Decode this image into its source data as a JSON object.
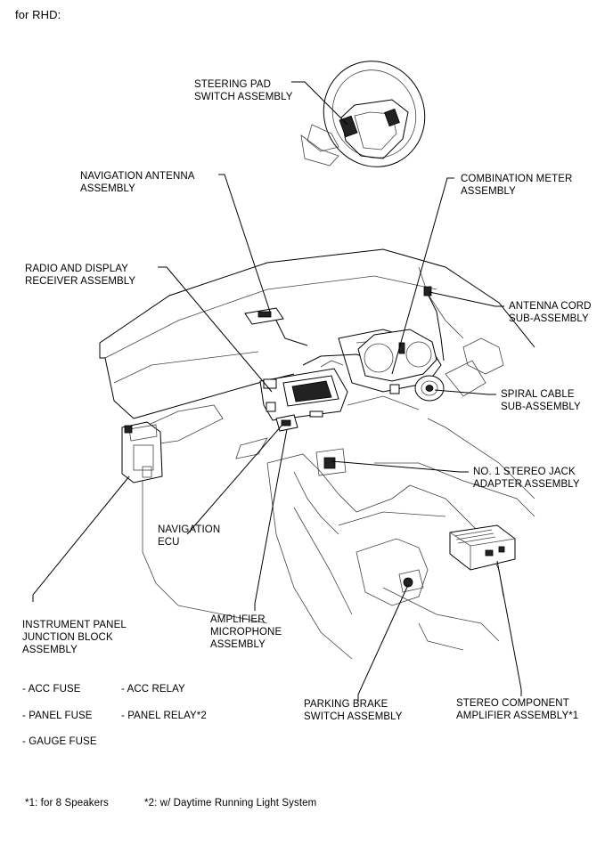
{
  "header": {
    "title": "for RHD:"
  },
  "labels": {
    "steering_pad": "STEERING PAD\nSWITCH ASSEMBLY",
    "navigation_antenna": "NAVIGATION ANTENNA\nASSEMBLY",
    "combination_meter": "COMBINATION METER\nASSEMBLY",
    "radio_display": "RADIO AND DISPLAY\nRECEIVER ASSEMBLY",
    "antenna_cord": "ANTENNA CORD\nSUB-ASSEMBLY",
    "spiral_cable": "SPIRAL CABLE\nSUB-ASSEMBLY",
    "stereo_jack": "NO. 1 STEREO JACK\nADAPTER ASSEMBLY",
    "navigation_ecu": "NAVIGATION\nECU",
    "instrument_panel_jb": "INSTRUMENT PANEL\nJUNCTION BLOCK\nASSEMBLY",
    "amplifier_mic": "AMPLIFIER\nMICROPHONE\nASSEMBLY",
    "parking_brake": "PARKING BRAKE\nSWITCH ASSEMBLY",
    "stereo_amp": "STEREO COMPONENT\nAMPLIFIER ASSEMBLY*1"
  },
  "fuses": {
    "acc_fuse": "- ACC FUSE",
    "acc_relay": "- ACC RELAY",
    "panel_fuse": "- PANEL FUSE",
    "panel_relay": "- PANEL RELAY*2",
    "gauge_fuse": "- GAUGE FUSE"
  },
  "footnotes": {
    "note1": "*1: for 8 Speakers",
    "note2": "*2: w/ Daytime Running Light System"
  }
}
